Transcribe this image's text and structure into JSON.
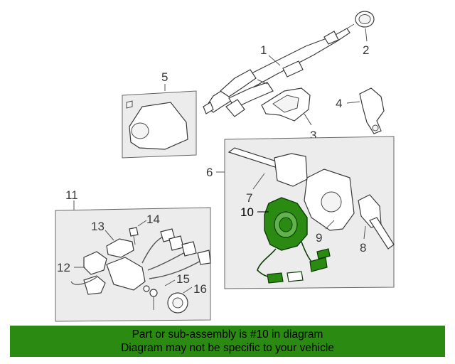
{
  "callouts": {
    "c1": "1",
    "c2": "2",
    "c3": "3",
    "c4": "4",
    "c5": "5",
    "c6": "6",
    "c7": "7",
    "c8": "8",
    "c9": "9",
    "c10": "10",
    "c11": "11",
    "c12": "12",
    "c13": "13",
    "c14": "14",
    "c15": "15",
    "c16": "16"
  },
  "highlight": {
    "part": "10",
    "color": "#2a8a12"
  },
  "banner": {
    "line1": "Part or sub-assembly is #10 in diagram",
    "line2": "Diagram may not be specific to your vehicle",
    "color": "#2a8a12"
  }
}
